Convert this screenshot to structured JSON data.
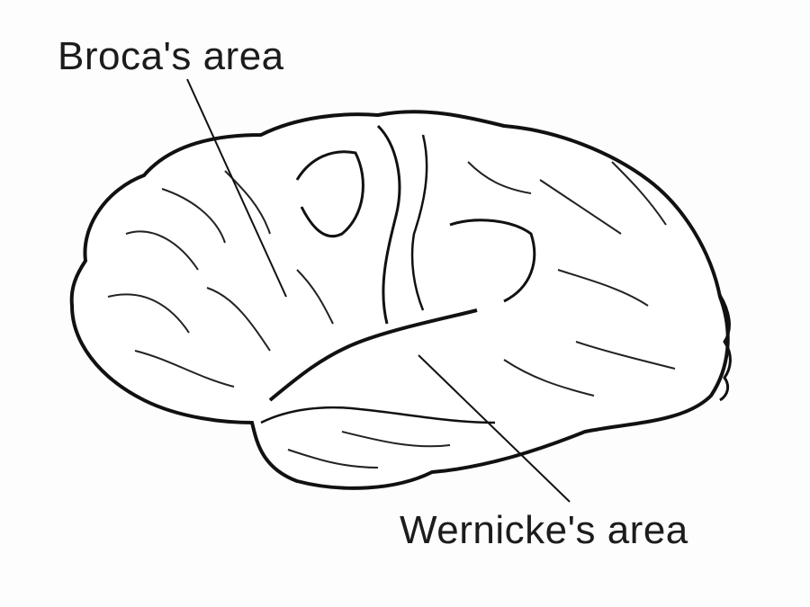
{
  "diagram": {
    "type": "anatomical-illustration",
    "subject": "brain-lateral-view",
    "labels": [
      {
        "id": "broca",
        "text": "Broca's area"
      },
      {
        "id": "wernicke",
        "text": "Wernicke's area"
      }
    ],
    "colors": {
      "background": "#fdfdfd",
      "outline": "#111111",
      "fill": "#ffffff",
      "text": "#1c1c1c"
    }
  }
}
